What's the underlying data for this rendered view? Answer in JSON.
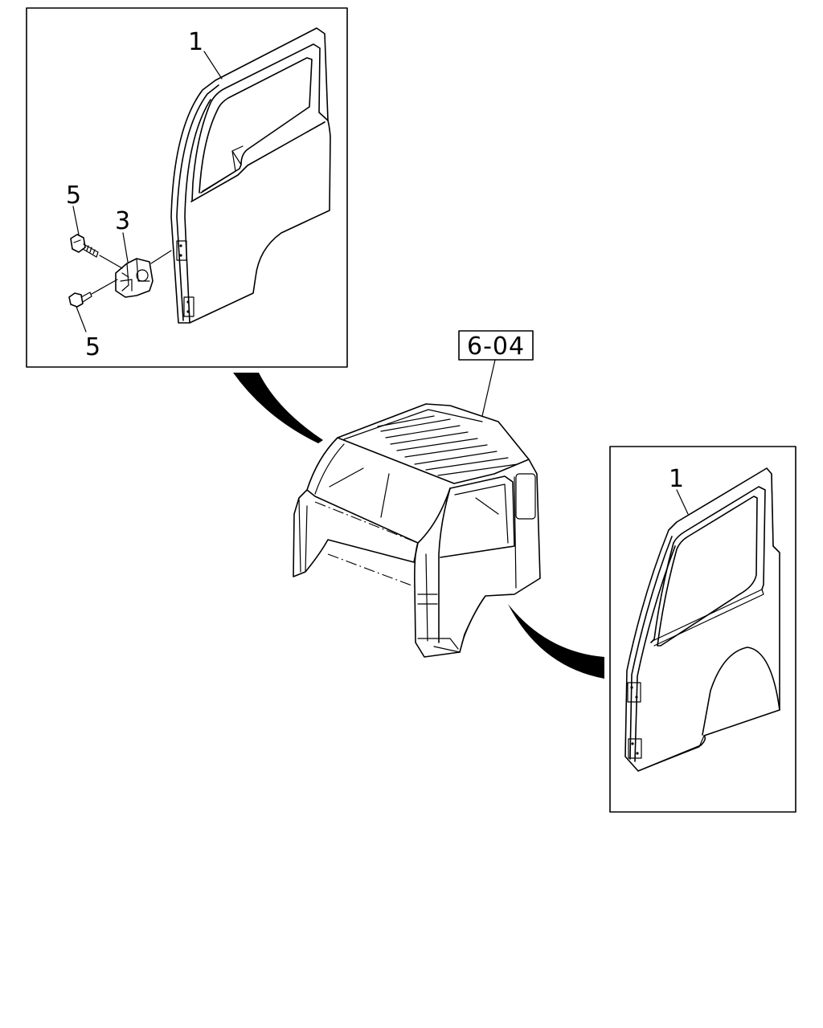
{
  "diagram": {
    "callouts": {
      "left_door": "1",
      "hinge": "3",
      "bolt_upper": "5",
      "bolt_lower": "5",
      "right_door": "1"
    },
    "reference_box": "6-04"
  }
}
